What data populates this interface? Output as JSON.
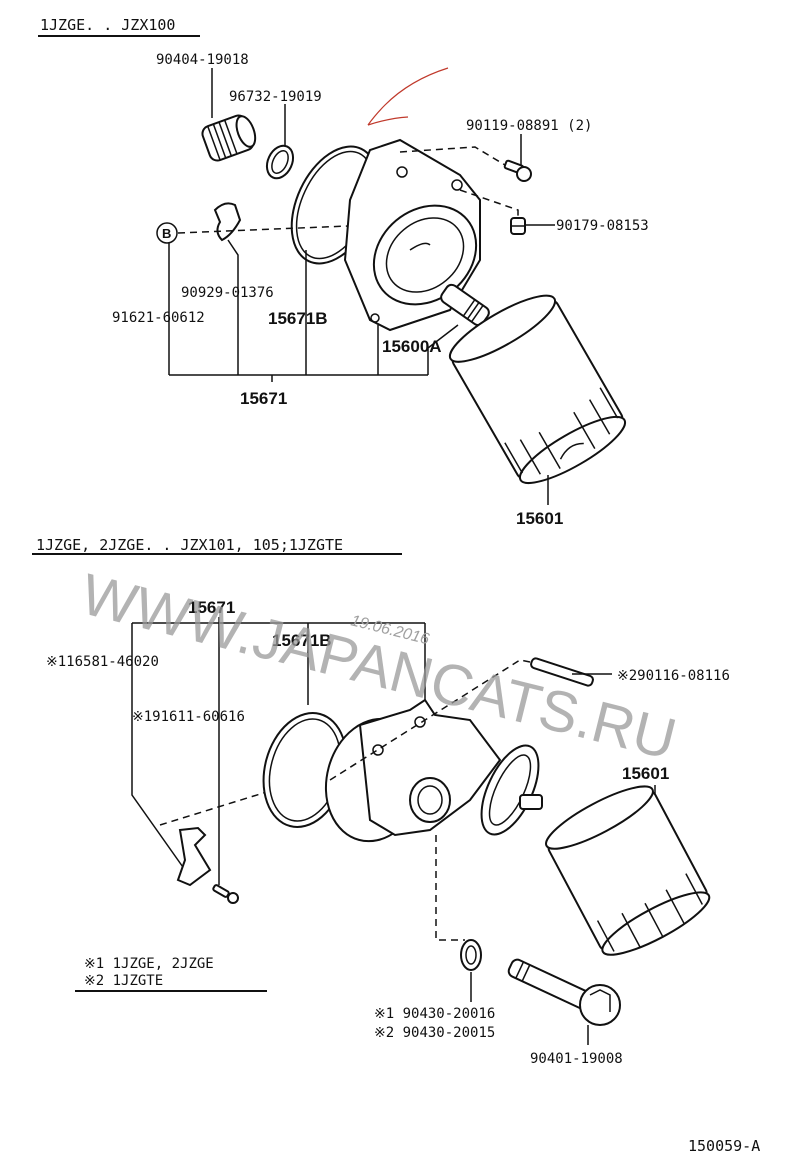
{
  "diagram": {
    "sheet_code": "150059-A",
    "sections": [
      {
        "title": "1JZGE. . JZX100",
        "parts": [
          {
            "id": "p1",
            "label": "90404-19018"
          },
          {
            "id": "p2",
            "label": "96732-19019"
          },
          {
            "id": "p3",
            "label": "90119-08891 (2)"
          },
          {
            "id": "p4",
            "label": "90179-08153"
          },
          {
            "id": "p5",
            "label": "90929-01376"
          },
          {
            "id": "p6",
            "label": "91621-60612"
          },
          {
            "id": "p7",
            "label": "15671B"
          },
          {
            "id": "p8",
            "label": "15600A"
          },
          {
            "id": "p9",
            "label": "15671"
          },
          {
            "id": "p10",
            "label": "15601"
          }
        ],
        "callout": "B"
      },
      {
        "title": "1JZGE, 2JZGE. . JZX101, 105;1JZGTE",
        "parts": [
          {
            "id": "q1",
            "label": "15671"
          },
          {
            "id": "q2",
            "label": "15671B"
          },
          {
            "id": "q3",
            "label": "※116581-46020"
          },
          {
            "id": "q4",
            "label": "※191611-60616"
          },
          {
            "id": "q5",
            "label": "※290116-08116"
          },
          {
            "id": "q6",
            "label": "15601"
          },
          {
            "id": "q7",
            "label": "※1 90430-20016"
          },
          {
            "id": "q8",
            "label": "※2 90430-20015"
          },
          {
            "id": "q9",
            "label": "90401-19008"
          }
        ],
        "legend": [
          "※1 1JZGE, 2JZGE",
          "※2 1JZGTE"
        ]
      }
    ],
    "watermark": {
      "text": "WWW.JAPANCATS.RU",
      "date": "19.06.2016"
    },
    "annotation": {
      "type": "hand-drawn arrow",
      "color": "#c0392b"
    }
  }
}
